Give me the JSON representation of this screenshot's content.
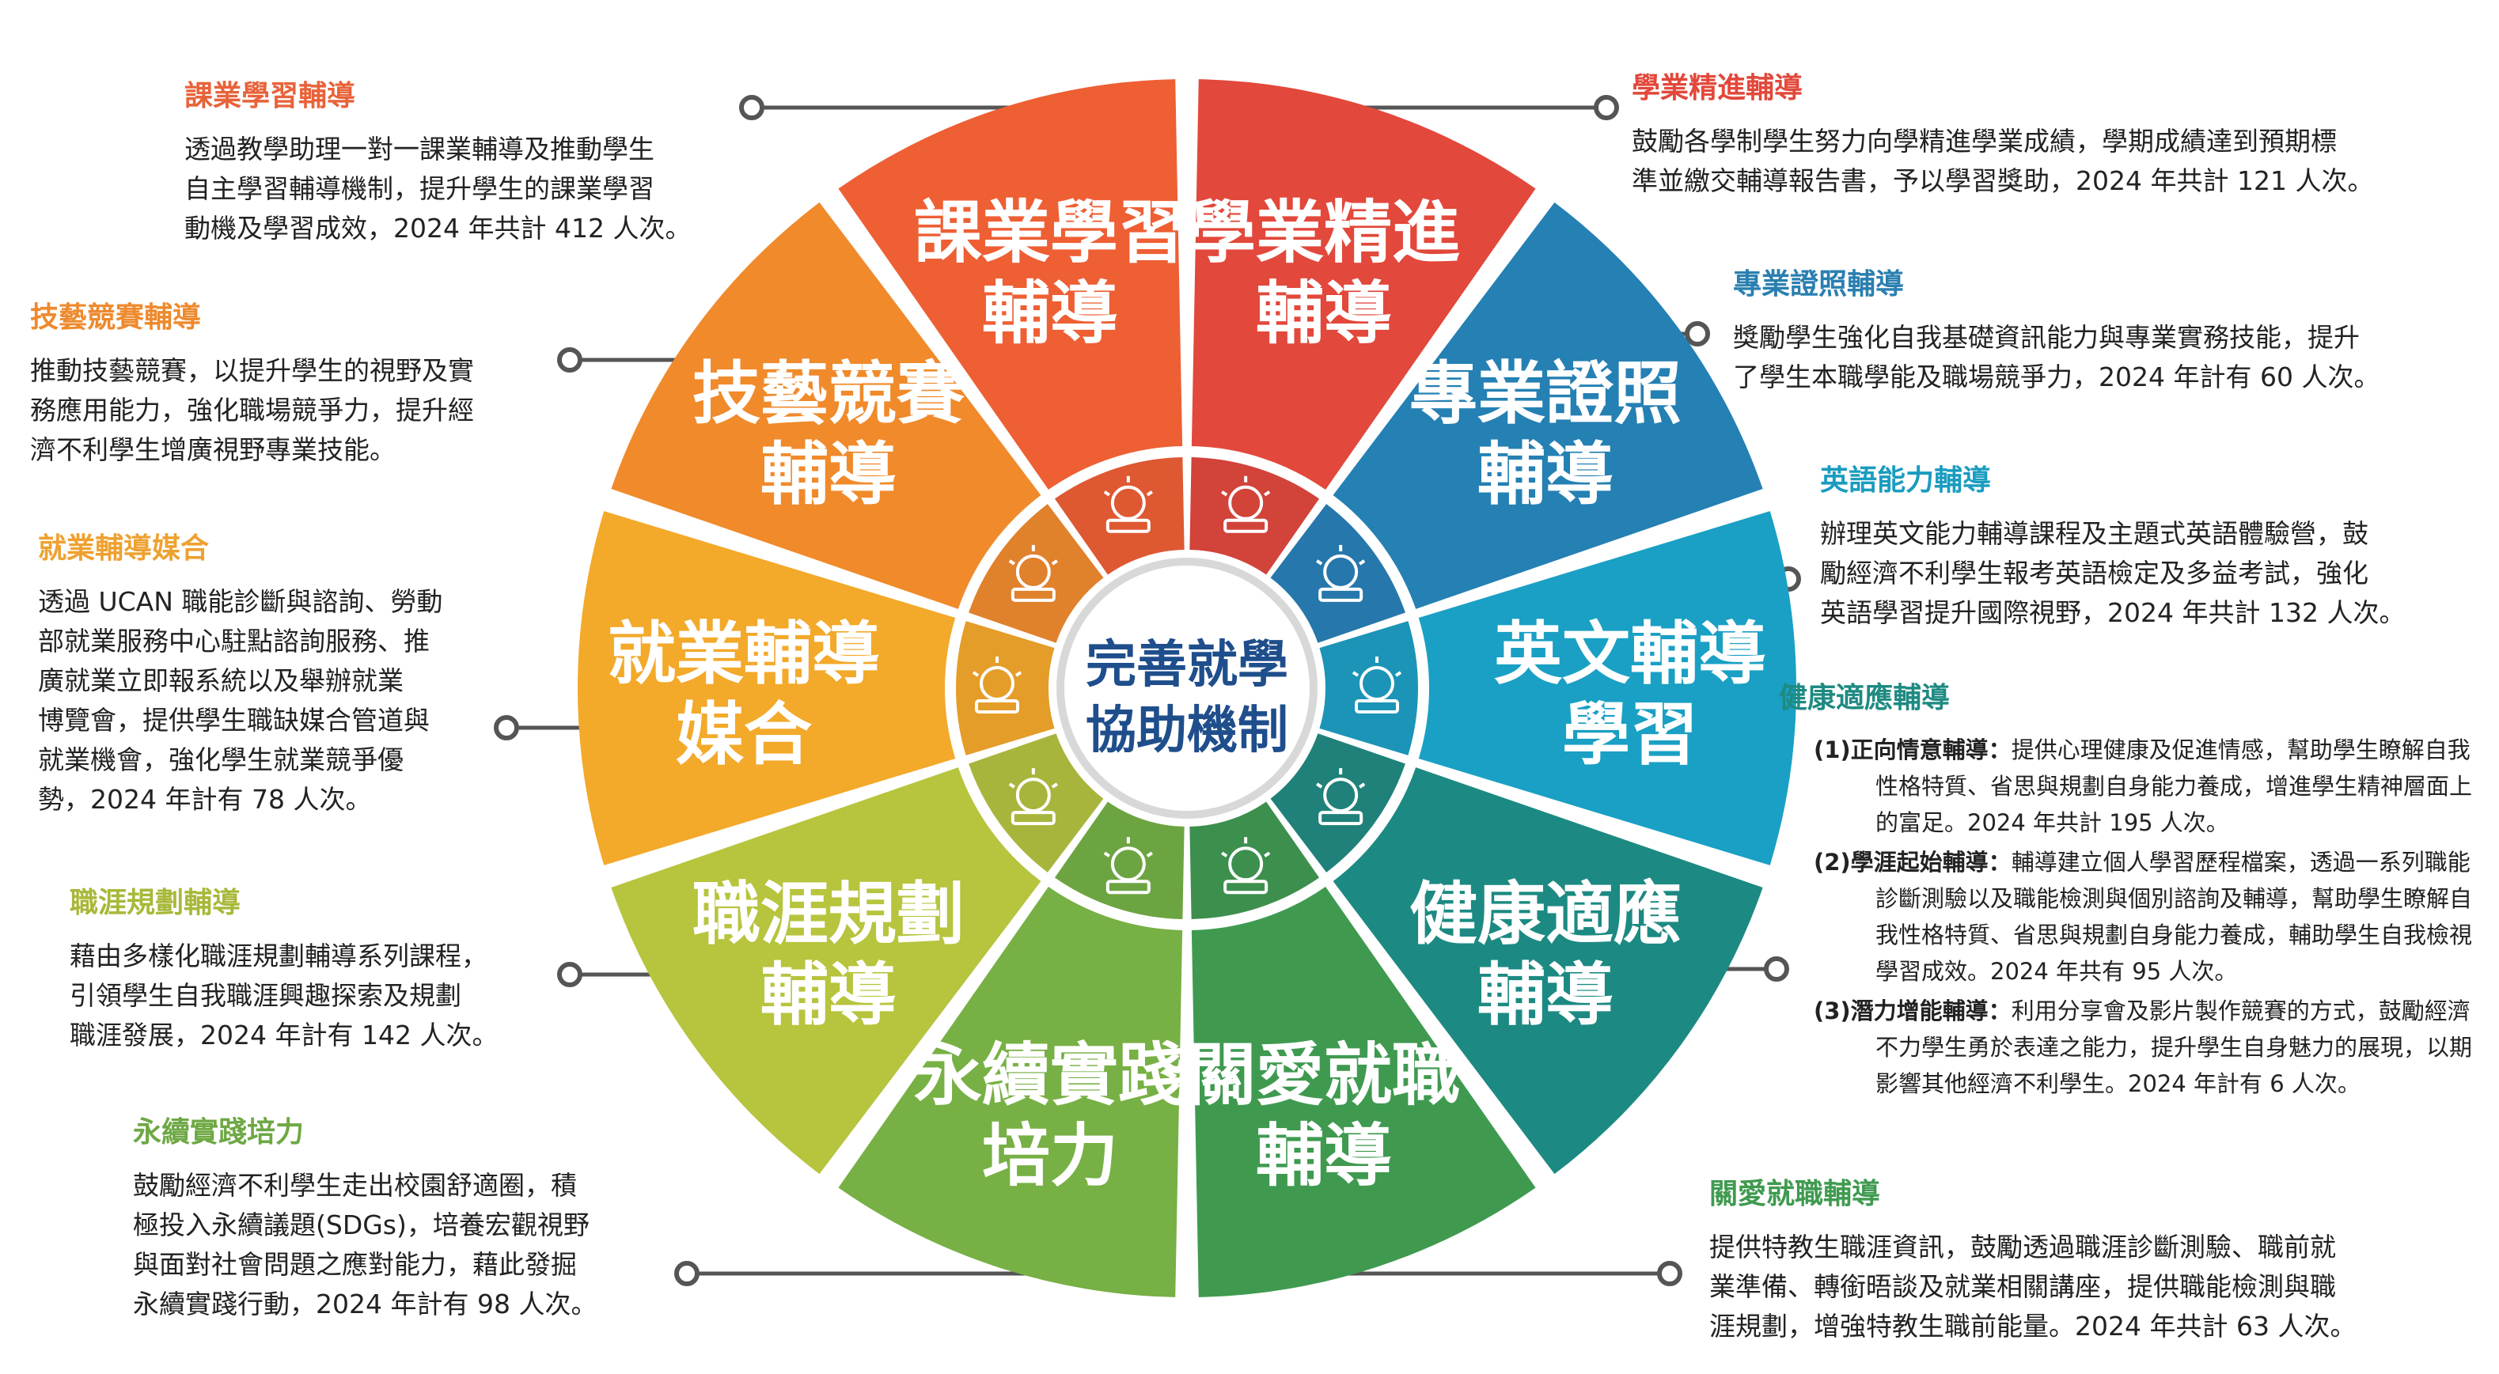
{
  "center": {
    "line1": "完善就學",
    "line2": "協助機制"
  },
  "segments": [
    {
      "id": "xueye",
      "line1": "學業精進",
      "line2": "輔導",
      "color": "#e2483b",
      "inner_color": "#d2433a"
    },
    {
      "id": "zhuanye",
      "line1": "專業證照",
      "line2": "輔導",
      "color": "#2580b3",
      "inner_color": "#2677ab"
    },
    {
      "id": "yingwen",
      "line1": "英文輔導",
      "line2": "學習",
      "color": "#1aa0c4",
      "inner_color": "#1b94b7"
    },
    {
      "id": "jiankang",
      "line1": "健康適應",
      "line2": "輔導",
      "color": "#1c8a82",
      "inner_color": "#1f8179"
    },
    {
      "id": "guanai",
      "line1": "關愛就職",
      "line2": "輔導",
      "color": "#3f9a50",
      "inner_color": "#3d8f4d"
    },
    {
      "id": "yongxu",
      "line1": "永續實踐",
      "line2": "培力",
      "color": "#77b044",
      "inner_color": "#6da442"
    },
    {
      "id": "zhiya",
      "line1": "職涯規劃",
      "line2": "輔導",
      "color": "#b7c43d",
      "inner_color": "#a8b53c"
    },
    {
      "id": "jiuye",
      "line1": "就業輔導",
      "line2": "媒合",
      "color": "#f3a92a",
      "inner_color": "#e49d29"
    },
    {
      "id": "jiyi",
      "line1": "技藝競賽",
      "line2": "輔導",
      "color": "#f08a2b",
      "inner_color": "#e0812c"
    },
    {
      "id": "keye",
      "line1": "課業學習",
      "line2": "輔導",
      "color": "#ee5f34",
      "inner_color": "#de5832"
    }
  ],
  "icons": [
    "trophy-icon",
    "podium-gear-icon",
    "graduate-icon",
    "presentation-icon",
    "brain-gear-icon",
    "lightbulb-icon",
    "hand-plant-icon",
    "document-chart-icon",
    "head-gear-icon",
    "lightbulb-network-icon"
  ],
  "blocks": {
    "keye": {
      "title": "課業學習輔導",
      "color": "#e8633a",
      "lines": [
        "透過教學助理一對一課業輔導及推動學生",
        "自主學習輔導機制，提升學生的課業學習",
        "動機及學習成效，2024 年共計 412 人次。"
      ]
    },
    "jiyi": {
      "title": "技藝競賽輔導",
      "color": "#ee8a2e",
      "lines": [
        "推動技藝競賽，以提升學生的視野及實",
        "務應用能力，強化職場競爭力，提升經",
        "濟不利學生增廣視野專業技能。"
      ]
    },
    "jiuye": {
      "title": "就業輔導媒合",
      "color": "#eea130",
      "lines": [
        "透過 UCAN 職能診斷與諮詢、勞動",
        "部就業服務中心駐點諮詢服務、推",
        "廣就業立即報系統以及舉辦就業",
        "博覽會，提供學生職缺媒合管道與",
        "就業機會，強化學生就業競爭優",
        "勢，2024 年計有 78 人次。"
      ]
    },
    "zhiya": {
      "title": "職涯規劃輔導",
      "color": "#a9b83a",
      "lines": [
        "藉由多樣化職涯規劃輔導系列課程，",
        "引領學生自我職涯興趣探索及規劃",
        "職涯發展，2024 年計有 142 人次。"
      ]
    },
    "yongxu": {
      "title": "永續實踐培力",
      "color": "#6ea844",
      "lines": [
        "鼓勵經濟不利學生走出校園舒適圈，積",
        "極投入永續議題(SDGs)，培養宏觀視野",
        "與面對社會問題之應對能力，藉此發掘",
        "永續實踐行動，2024 年計有 98 人次。"
      ]
    },
    "xueye": {
      "title": "學業精進輔導",
      "color": "#e2483b",
      "lines": [
        "鼓勵各學制學生努力向學精進學業成績，學期成績達到預期標",
        "準並繳交輔導報告書，予以學習獎助，2024 年共計 121 人次。"
      ]
    },
    "zhuanye": {
      "title": "專業證照輔導",
      "color": "#2a7fb0",
      "lines": [
        "獎勵學生強化自我基礎資訊能力與專業實務技能，提升",
        "了學生本職學能及職場競爭力，2024 年計有 60 人次。"
      ]
    },
    "yingwen": {
      "title": "英語能力輔導",
      "color": "#1a9cbf",
      "lines": [
        "辦理英文能力輔導課程及主題式英語體驗營，鼓",
        "勵經濟不利學生報考英語檢定及多益考試，強化",
        "英語學習提升國際視野，2024 年共計 132 人次。"
      ]
    },
    "jiankang": {
      "title": "健康適應輔導",
      "color": "#1f8a82",
      "items": [
        {
          "label": "(1)正向情意輔導：",
          "text": "提供心理健康及促進情感，幫助學生瞭解自我性格特質、省思與規劃自身能力養成，增進學生精神層面上的富足。2024 年共計 195 人次。"
        },
        {
          "label": "(2)學涯起始輔導：",
          "text": "輔導建立個人學習歷程檔案，透過一系列職能診斷測驗以及職能檢測與個別諮詢及輔導，幫助學生瞭解自我性格特質、省思與規劃自身能力養成，輔助學生自我檢視學習成效。2024 年共有 95 人次。"
        },
        {
          "label": "(3)潛力增能輔導：",
          "text": "利用分享會及影片製作競賽的方式，鼓勵經濟不力學生勇於表達之能力，提升學生自身魅力的展現，以期影響其他經濟不利學生。2024 年計有 6 人次。"
        }
      ]
    },
    "guanai": {
      "title": "關愛就職輔導",
      "color": "#3f9a50",
      "lines": [
        "提供特教生職涯資訊，鼓勵透過職涯診斷測驗、職前就",
        "業準備、轉銜晤談及就業相關講座，提供職能檢測與職",
        "涯規劃，增強特教生職前能量。2024 年共計 63 人次。"
      ]
    }
  }
}
